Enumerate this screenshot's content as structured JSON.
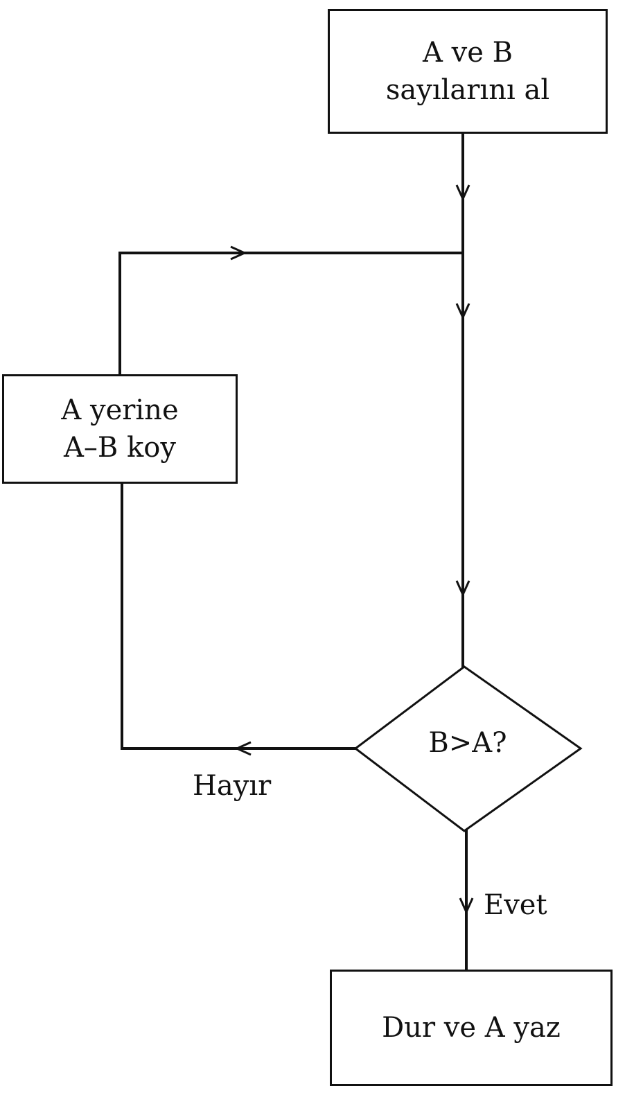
{
  "flowchart": {
    "start_box": {
      "line1": "A ve B",
      "line2": "sayılarını al"
    },
    "process_box": {
      "line1": "A yerine",
      "line2": "A–B koy"
    },
    "decision": {
      "question": "B>A?"
    },
    "end_box": {
      "label": "Dur ve A yaz"
    },
    "edge_labels": {
      "no": "Hayır",
      "yes": "Evet"
    }
  }
}
